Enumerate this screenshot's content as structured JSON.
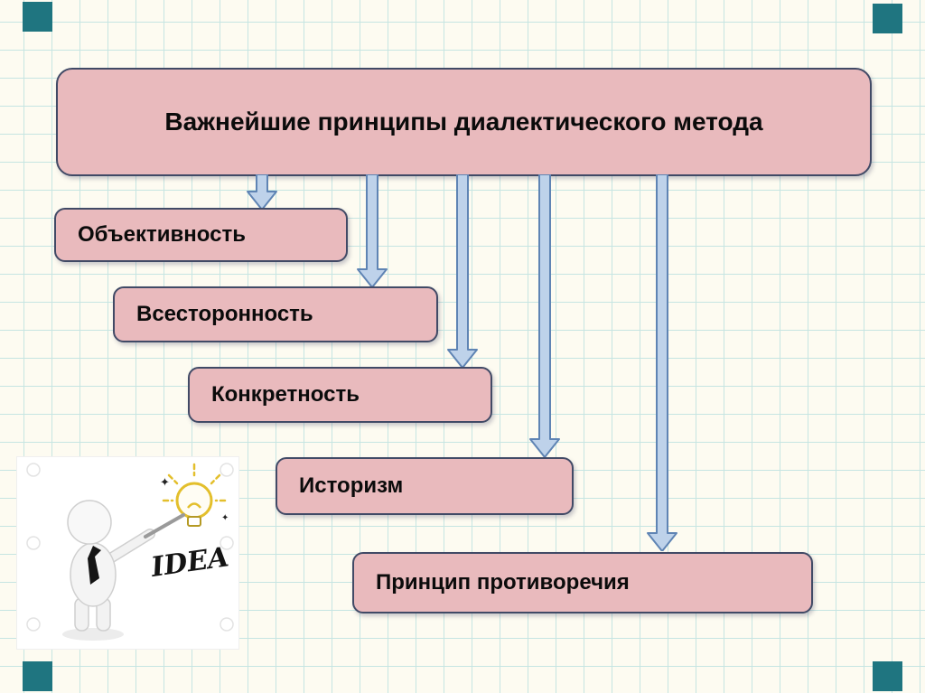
{
  "slide": {
    "title": "Важнейшие принципы диалектического метода",
    "principles": [
      "Объективность",
      "Всесторонность",
      "Конкретность",
      "Историзм",
      "Принцип противоречия"
    ],
    "illustration": {
      "caption": "IDEA"
    },
    "colors": {
      "box_fill": "#e9babd",
      "box_border": "#414a66",
      "arrow_fill": "#bed2ea",
      "arrow_border": "#5f84b4",
      "corner_square": "#1f7580",
      "grid_line": "#c6e5e2",
      "paper": "#fdfbf1"
    }
  }
}
